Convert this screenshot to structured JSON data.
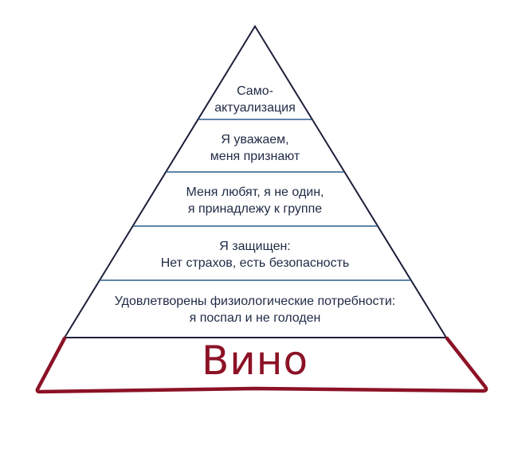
{
  "diagram": {
    "type": "pyramid",
    "colors": {
      "outline": "#1c1f3a",
      "separator": "#2c5b8c",
      "text": "#1f2a44",
      "base_accent": "#8c1226",
      "background": "#ffffff"
    },
    "levels": [
      {
        "line1": "Само-",
        "line2": "актуализация"
      },
      {
        "line1": "Я уважаем,",
        "line2": "меня признают"
      },
      {
        "line1": "Меня любят, я не один,",
        "line2": "я принадлежу к группе"
      },
      {
        "line1": "Я защищен:",
        "line2": "Нет страхов, есть безопасность"
      },
      {
        "line1": "Удовлетворены физиологические потребности:",
        "line2": "я поспал и не голоден"
      }
    ],
    "base": {
      "label": "Вино"
    }
  }
}
